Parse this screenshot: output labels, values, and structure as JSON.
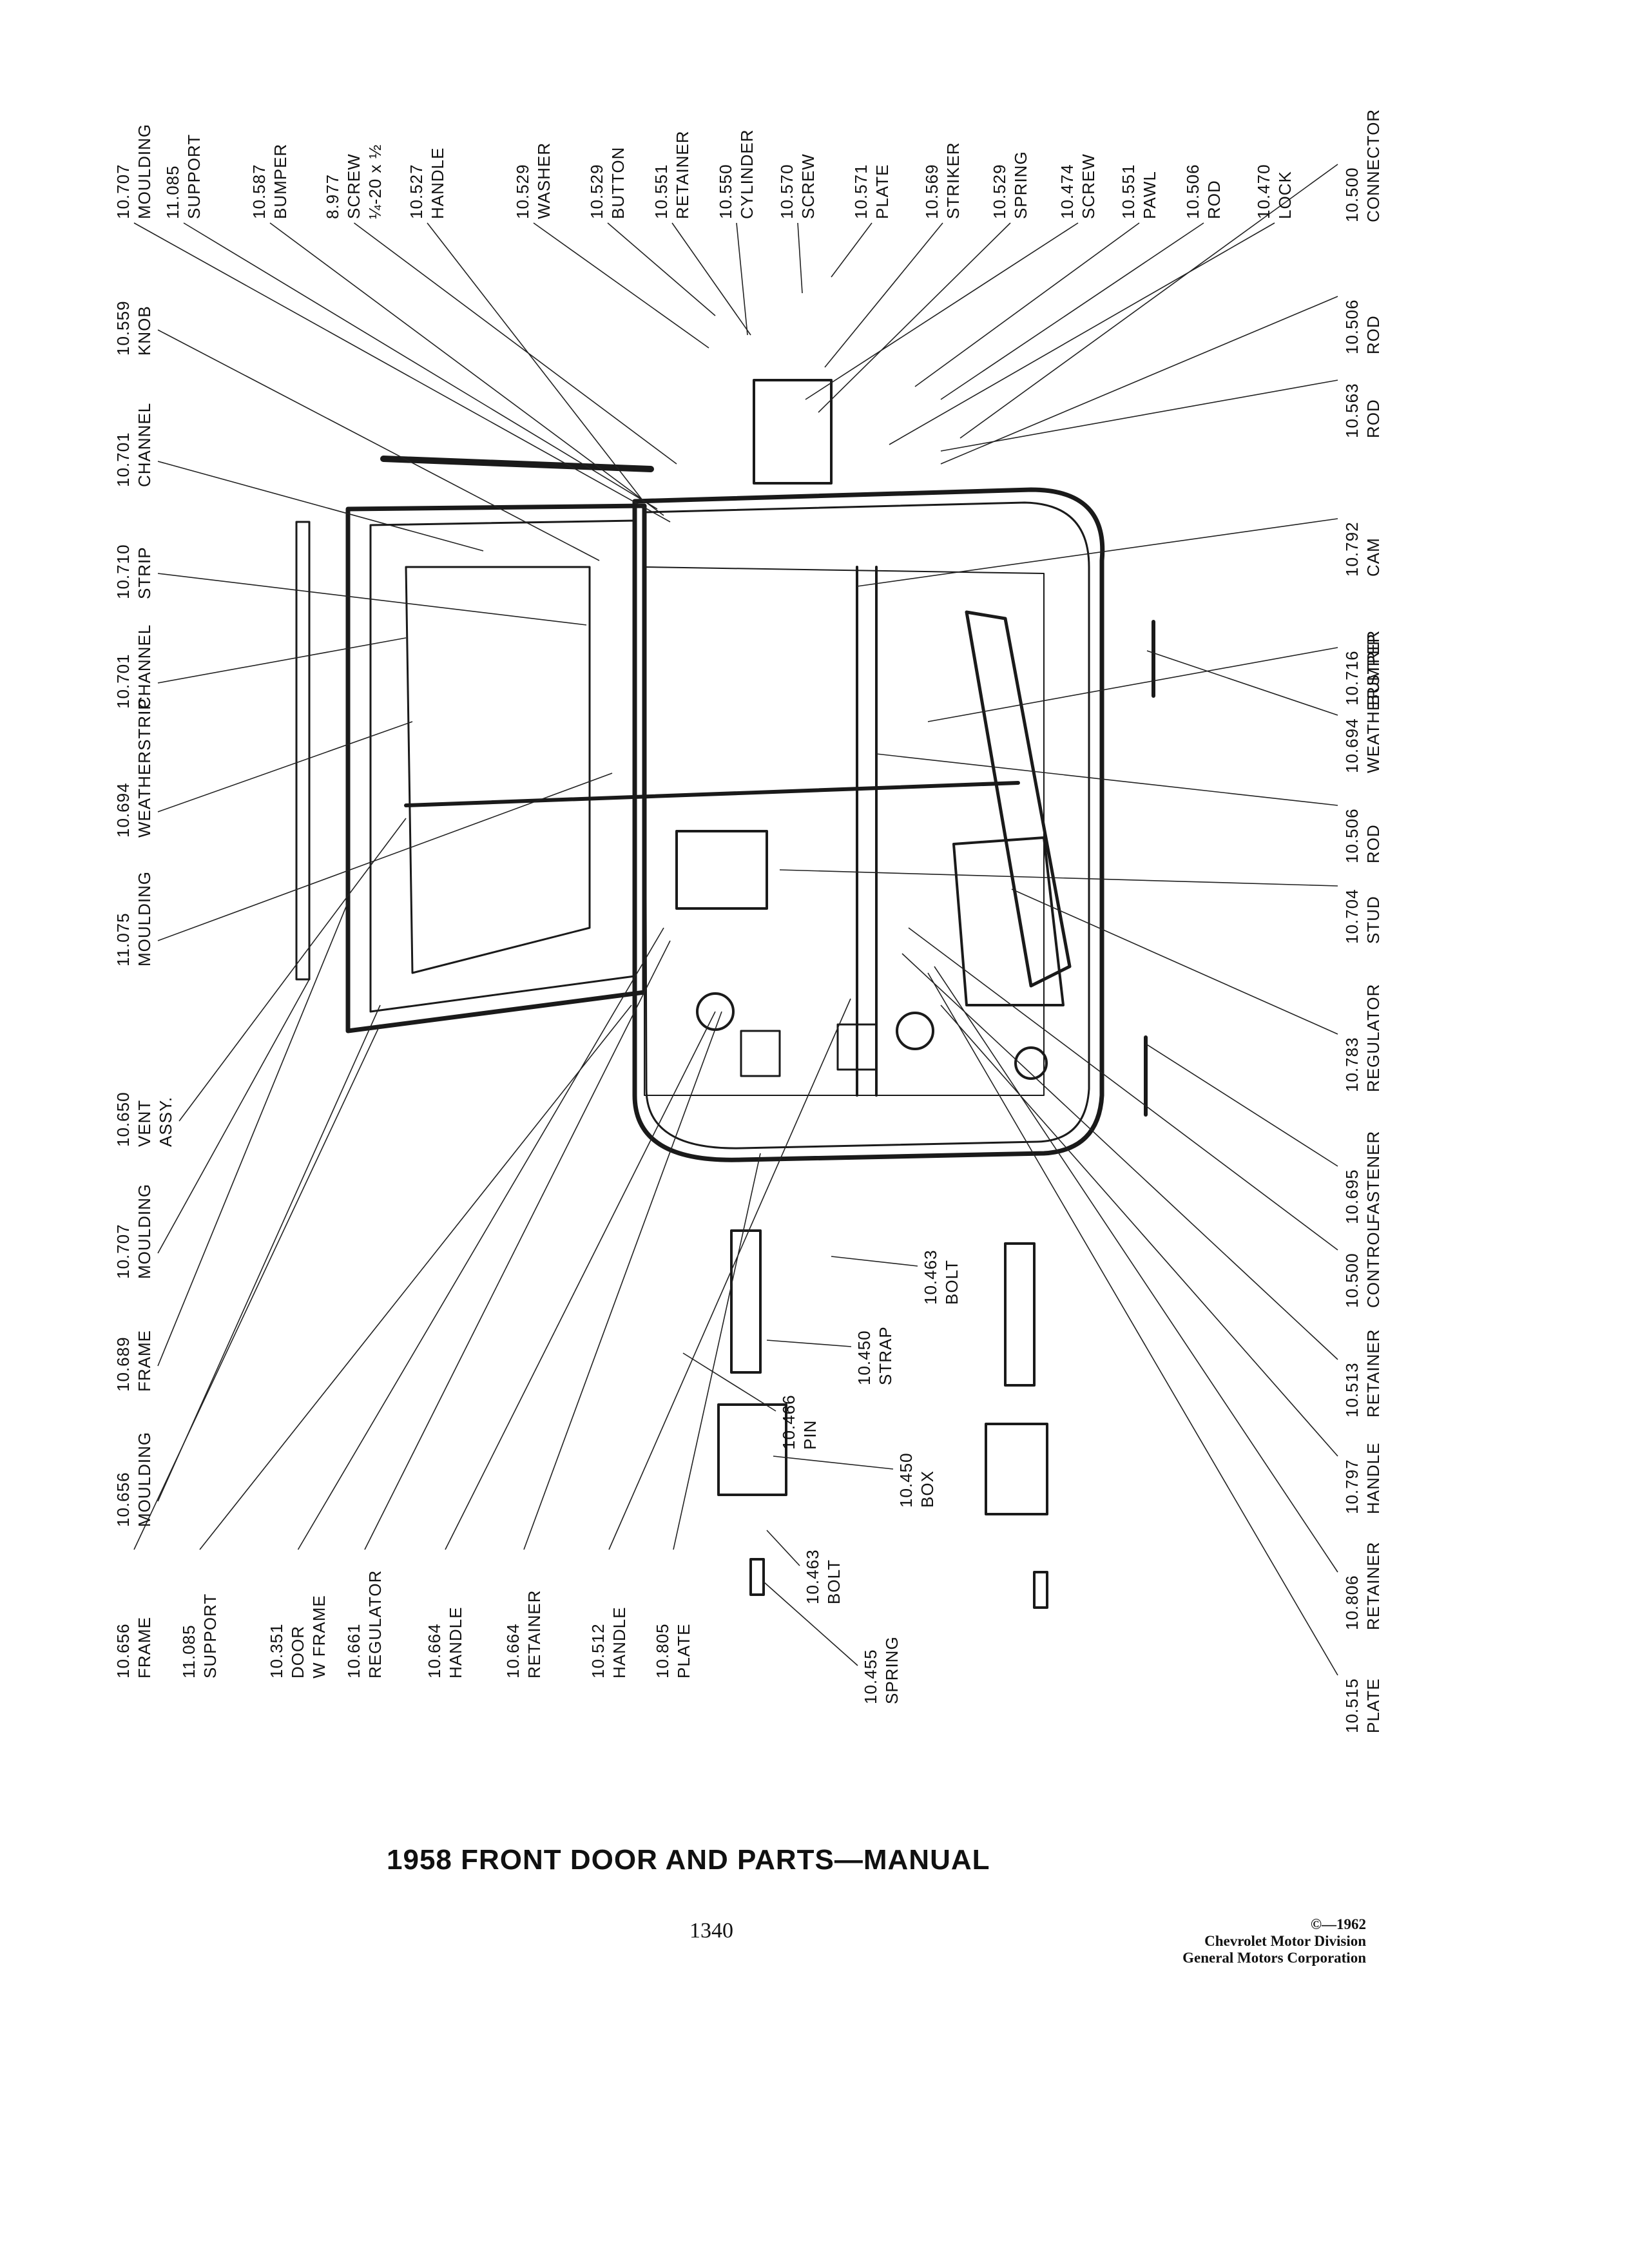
{
  "caption": "1958 FRONT DOOR AND PARTS—MANUAL",
  "page_number": "1340",
  "copyright": {
    "line1": "©—1962",
    "line2": "Chevrolet Motor Division",
    "line3": "General Motors Corporation"
  },
  "callouts": {
    "top": [
      {
        "number": "10.707",
        "name": "MOULDING"
      },
      {
        "number": "11.085",
        "name": "SUPPORT"
      },
      {
        "number": "10.587",
        "name": "BUMPER"
      },
      {
        "number": "8.977",
        "name": "SCREW",
        "extra": "¼-20 x ½"
      },
      {
        "number": "10.527",
        "name": "HANDLE"
      },
      {
        "number": "10.529",
        "name": "WASHER"
      },
      {
        "number": "10.529",
        "name": "BUTTON"
      },
      {
        "number": "10.551",
        "name": "RETAINER"
      },
      {
        "number": "10.550",
        "name": "CYLINDER"
      },
      {
        "number": "10.570",
        "name": "SCREW"
      },
      {
        "number": "10.571",
        "name": "PLATE"
      },
      {
        "number": "10.569",
        "name": "STRIKER"
      },
      {
        "number": "10.529",
        "name": "SPRING"
      },
      {
        "number": "10.474",
        "name": "SCREW"
      },
      {
        "number": "10.551",
        "name": "PAWL"
      },
      {
        "number": "10.506",
        "name": "ROD"
      },
      {
        "number": "10.470",
        "name": "LOCK"
      }
    ],
    "left": [
      {
        "number": "10.559",
        "name": "KNOB"
      },
      {
        "number": "10.701",
        "name": "CHANNEL"
      },
      {
        "number": "10.710",
        "name": "STRIP"
      },
      {
        "number": "10.701",
        "name": "CHANNEL"
      },
      {
        "number": "10.694",
        "name": "WEATHERSTRIP"
      },
      {
        "number": "11.075",
        "name": "MOULDING"
      },
      {
        "number": "10.650",
        "name": "VENT",
        "extra": "ASSY."
      },
      {
        "number": "10.707",
        "name": "MOULDING"
      },
      {
        "number": "10.689",
        "name": "FRAME"
      },
      {
        "number": "10.656",
        "name": "MOULDING"
      }
    ],
    "bottom": [
      {
        "number": "10.656",
        "name": "FRAME"
      },
      {
        "number": "11.085",
        "name": "SUPPORT"
      },
      {
        "number": "10.351",
        "name": "DOOR",
        "extra": "W FRAME"
      },
      {
        "number": "10.661",
        "name": "REGULATOR"
      },
      {
        "number": "10.664",
        "name": "HANDLE"
      },
      {
        "number": "10.664",
        "name": "RETAINER"
      },
      {
        "number": "10.512",
        "name": "HANDLE"
      },
      {
        "number": "10.805",
        "name": "PLATE"
      }
    ],
    "right": [
      {
        "number": "10.500",
        "name": "CONNECTOR"
      },
      {
        "number": "10.506",
        "name": "ROD"
      },
      {
        "number": "10.563",
        "name": "ROD"
      },
      {
        "number": "10.792",
        "name": "CAM"
      },
      {
        "number": "10.716",
        "name": "BUMPER"
      },
      {
        "number": "10.694",
        "name": "WEATHERSTRIP"
      },
      {
        "number": "10.506",
        "name": "ROD"
      },
      {
        "number": "10.704",
        "name": "STUD"
      },
      {
        "number": "10.783",
        "name": "REGULATOR"
      },
      {
        "number": "10.695",
        "name": "FASTENER"
      },
      {
        "number": "10.500",
        "name": "CONTROL"
      },
      {
        "number": "10.513",
        "name": "RETAINER"
      },
      {
        "number": "10.797",
        "name": "HANDLE"
      },
      {
        "number": "10.806",
        "name": "RETAINER"
      },
      {
        "number": "10.515",
        "name": "PLATE"
      }
    ],
    "hinge": [
      {
        "number": "10.463",
        "name": "BOLT"
      },
      {
        "number": "10.450",
        "name": "STRAP"
      },
      {
        "number": "10.466",
        "name": "PIN"
      },
      {
        "number": "10.450",
        "name": "BOX"
      },
      {
        "number": "10.463",
        "name": "BOLT"
      },
      {
        "number": "10.455",
        "name": "SPRING"
      }
    ]
  }
}
